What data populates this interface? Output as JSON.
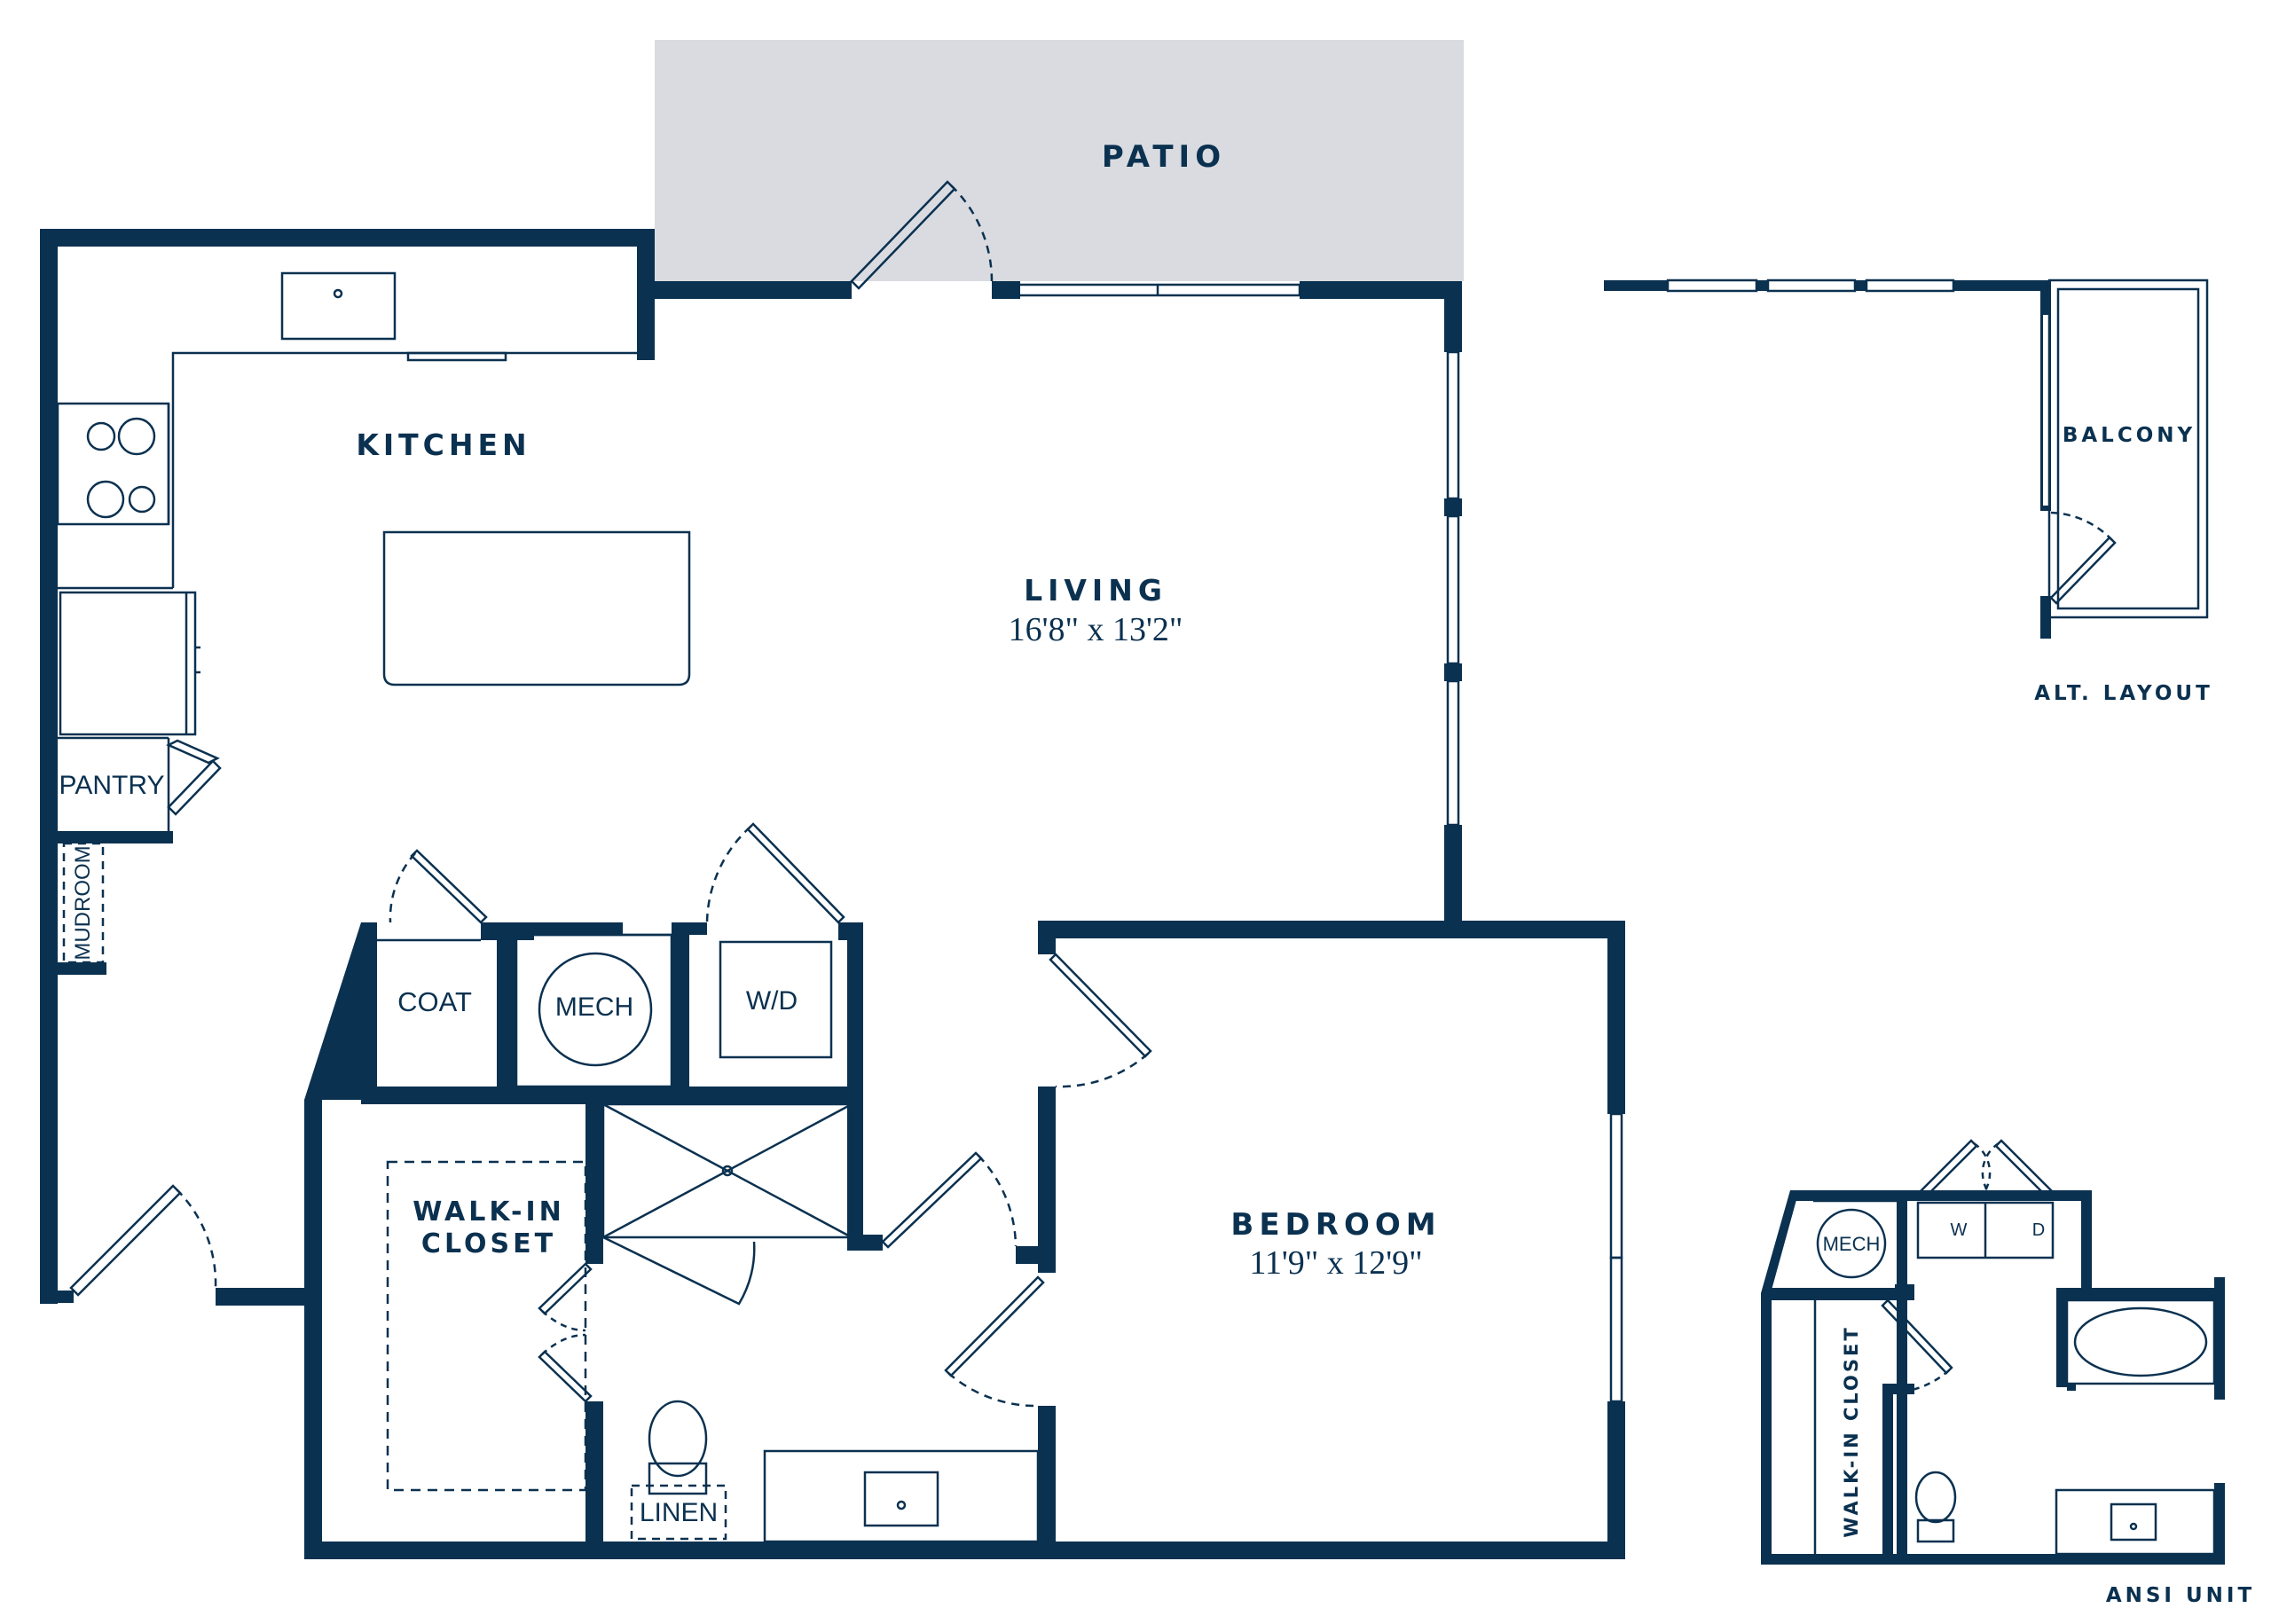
{
  "colors": {
    "wall": "#0b3150",
    "patio": "#d9dbe0",
    "background": "#ffffff"
  },
  "rooms": {
    "patio": "PATIO",
    "kitchen": "KITCHEN",
    "living": "LIVING",
    "living_dims": "16'8\" x 13'2\"",
    "pantry": "PANTRY",
    "mudroom": "MUDROOM",
    "coat": "COAT",
    "mech": "MECH",
    "wd": "W/D",
    "walkin": "WALK-IN",
    "closet": "CLOSET",
    "linen": "LINEN",
    "bedroom": "BEDROOM",
    "bedroom_dims": "11'9\" x 12'9\""
  },
  "alt_layout": {
    "balcony": "BALCONY",
    "caption": "ALT. LAYOUT"
  },
  "ansi_unit": {
    "mech": "MECH",
    "w": "W",
    "d": "D",
    "walkin_closet": "WALK-IN CLOSET",
    "caption": "ANSI UNIT"
  }
}
